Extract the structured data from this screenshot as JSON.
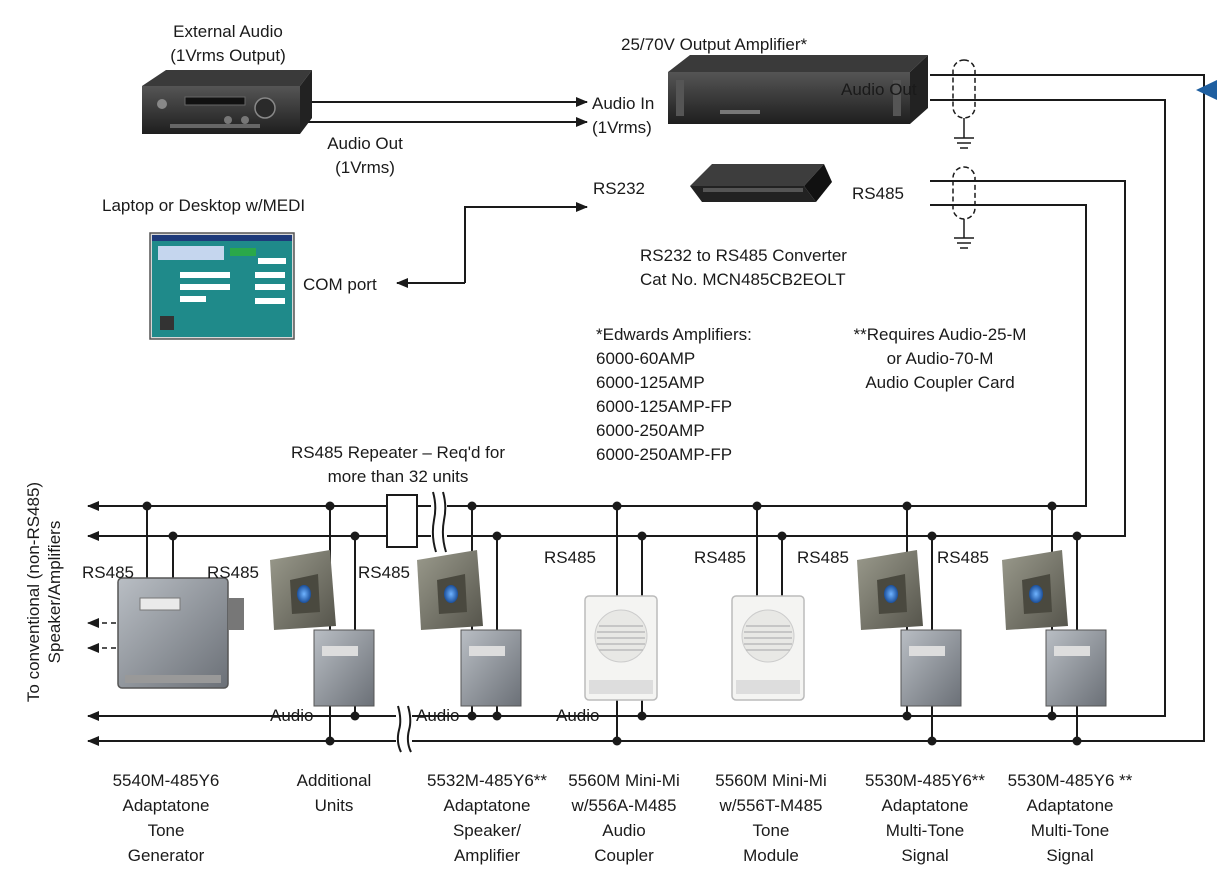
{
  "top": {
    "external_audio": "External Audio\n(1Vrms Output)",
    "amplifier_title": "25/70V Output Amplifier*",
    "audio_in": "Audio In\n(1Vrms)",
    "audio_out_receiver": "Audio Out\n(1Vrms)",
    "audio_out_amp": "Audio Out",
    "rs232": "RS232",
    "rs485_top": "RS485",
    "laptop_title": "Laptop or Desktop w/MEDI",
    "com_port": "COM port",
    "converter_caption": "RS232 to RS485 Converter\nCat No. MCN485CB2EOLT",
    "amplifier_list": "*Edwards Amplifiers:\n6000-60AMP\n6000-125AMP\n6000-125AMP-FP\n6000-250AMP\n6000-250AMP-FP",
    "coupler_note": "**Requires Audio-25-M\nor Audio-70-M\nAudio Coupler Card",
    "repeater_note": "RS485 Repeater – Req'd for\nmore than 32 units"
  },
  "side_label": "To conventional (non-RS485)\nSpeaker/Amplifiers",
  "bus_labels": {
    "rs485": "RS485",
    "audio": "Audio"
  },
  "devices": [
    {
      "caption": "5540M-485Y6\nAdaptatone\nTone\nGenerator"
    },
    {
      "caption": "Additional\nUnits"
    },
    {
      "caption": "5532M-485Y6**\nAdaptatone\nSpeaker/\nAmplifier"
    },
    {
      "caption": "5560M Mini-Mi\nw/556A-M485\nAudio\nCoupler"
    },
    {
      "caption": "5560M Mini-Mi\nw/556T-M485\nTone\nModule"
    },
    {
      "caption": "5530M-485Y6**\nAdaptatone\nMulti-Tone\nSignal"
    },
    {
      "caption": "5530M-485Y6 **\nAdaptatone\nMulti-Tone\nSignal"
    }
  ],
  "colors": {
    "wire": "#1a1a1a",
    "pointer": "#1f5fa0",
    "horn": "#6b6a5e",
    "box": "#8a8f95"
  },
  "icons": [
    "receiver-icon",
    "amplifier-icon",
    "converter-icon",
    "laptop-screen-icon",
    "tone-generator-icon",
    "horn-speaker-icon",
    "mini-speaker-icon",
    "ground-icon",
    "shield-icon",
    "repeater-icon",
    "pointer-icon"
  ]
}
